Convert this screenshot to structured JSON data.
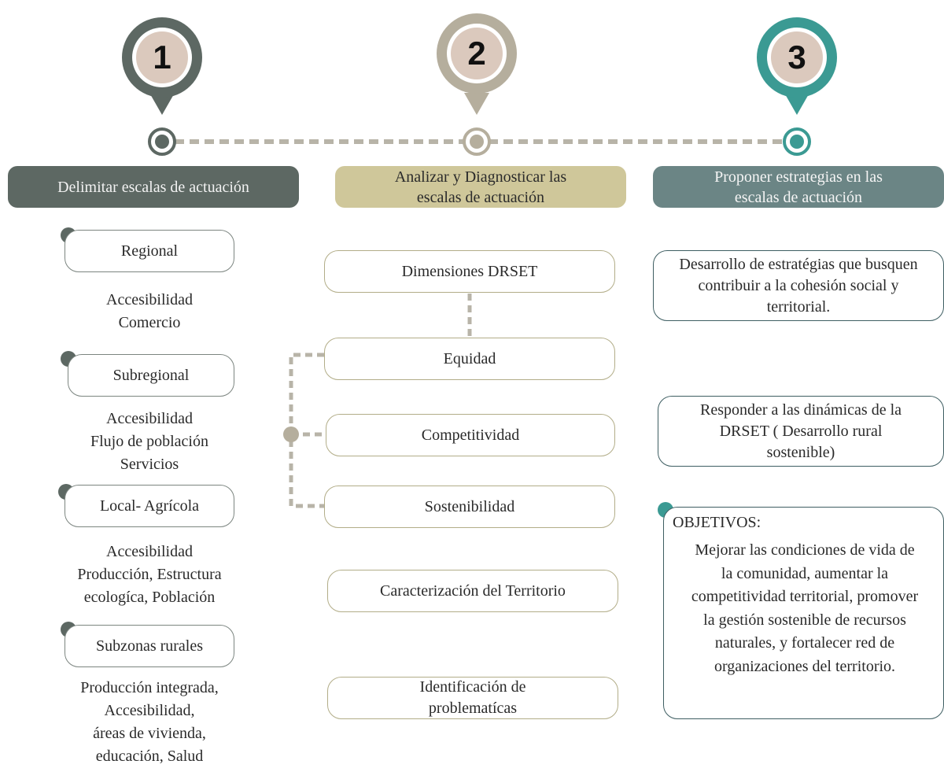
{
  "steps": [
    {
      "number": "1",
      "title": "Delimitar escalas de actuación"
    },
    {
      "number": "2",
      "title": "Analizar y Diagnosticar las escalas de actuación"
    },
    {
      "number": "3",
      "title": "Proponer estrategias en las escalas de actuación"
    }
  ],
  "col1": {
    "scales": [
      {
        "label": "Regional",
        "details": [
          "Accesibilidad",
          "Comercio"
        ]
      },
      {
        "label": "Subregional",
        "details": [
          "Accesibilidad",
          "Flujo de población",
          "Servicios"
        ]
      },
      {
        "label": "Local- Agrícola",
        "details": [
          "Accesibilidad",
          "Producción, Estructura",
          "ecologíca, Población"
        ]
      },
      {
        "label": "Subzonas rurales",
        "details": [
          "Producción integrada,",
          "Accesibilidad,",
          "áreas de vivienda,",
          "educación, Salud"
        ]
      }
    ]
  },
  "col2": {
    "dimensions": "Dimensiones DRSET",
    "equidad": "Equidad",
    "competitividad": "Competitividad",
    "sostenibilidad": "Sostenibilidad",
    "caracterizacion": "Caracterización del Territorio",
    "identificacion": "Identificación de problematícas"
  },
  "col3": {
    "estrategias": "Desarrollo de estratégias que busquen contribuir a la cohesión social y territorial.",
    "responder": "Responder a las dinámicas de la DRSET ( Desarrollo rural sostenible)",
    "objetivos_title": "OBJETIVOS:",
    "objetivos_text": "Mejorar las condiciones de vida de la comunidad, aumentar la competitividad territorial, promover la gestión sostenible de recursos naturales, y fortalecer red de organizaciones del territorio."
  },
  "colors": {
    "step1": "#5d6863",
    "step2": "#b5ae9d",
    "step3": "#3b9a93",
    "pin_inner": "#dbc9bd",
    "header2": "#cfc79a",
    "header3": "#6b8585",
    "box2_border": "#b2ad88",
    "box3_border": "#3e5e62"
  }
}
